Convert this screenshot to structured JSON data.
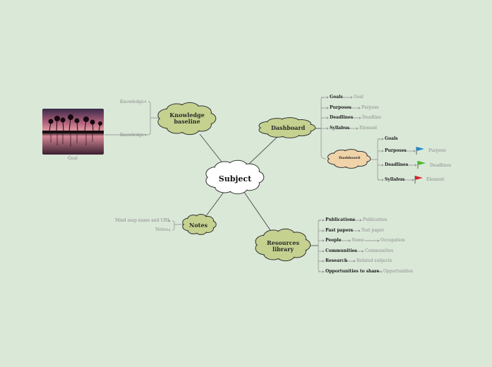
{
  "central": {
    "label": "Subject"
  },
  "knowledge": {
    "title_line1": "Knowledge",
    "title_line2": "baseline",
    "item_top": "Knowledge",
    "item_bottom": "Knowledge",
    "image_caption": "Goal"
  },
  "dashboard": {
    "title": "Dashboard",
    "items": [
      {
        "label": "Goals",
        "value": "Goal"
      },
      {
        "label": "Purposes",
        "value": "Purpose"
      },
      {
        "label": "Deadlines",
        "value": "Deadline"
      },
      {
        "label": "Syllabus",
        "value": "Element"
      }
    ],
    "sub": {
      "title": "Dashboard",
      "items": [
        {
          "label": "Goals",
          "value": ""
        },
        {
          "label": "Purposes",
          "value": "Purpose",
          "flag": "blue-flag-icon",
          "color": "#1a8ad4"
        },
        {
          "label": "Deadlines",
          "value": "Deadlines",
          "flag": "green-flag-icon",
          "color": "#4cb82e"
        },
        {
          "label": "Syllabus",
          "value": "Element",
          "flag": "red-flag-icon",
          "color": "#d8232a"
        }
      ]
    }
  },
  "notes": {
    "title": "Notes",
    "items": [
      "Mind map name and URL",
      "Notes"
    ]
  },
  "resources": {
    "title_line1": "Resources",
    "title_line2": "library",
    "items": [
      {
        "label": "Publications",
        "values": [
          "Publication"
        ]
      },
      {
        "label": "Past papers",
        "values": [
          "Test paper"
        ]
      },
      {
        "label": "People",
        "values": [
          "Name",
          "Occupation"
        ]
      },
      {
        "label": "Communities",
        "values": [
          "Communities"
        ]
      },
      {
        "label": "Research",
        "values": [
          "Related subjects"
        ]
      },
      {
        "label": "Opportunities to share",
        "values": [
          "Opportunities"
        ]
      }
    ]
  },
  "colors": {
    "background": "#dae8d8",
    "cloud_fill": "#c5d18f",
    "cloud_fill_sub": "#f0d3a8",
    "central_fill": "#ffffff",
    "connector": "#555555",
    "leaf_line": "#8a8a8a"
  }
}
